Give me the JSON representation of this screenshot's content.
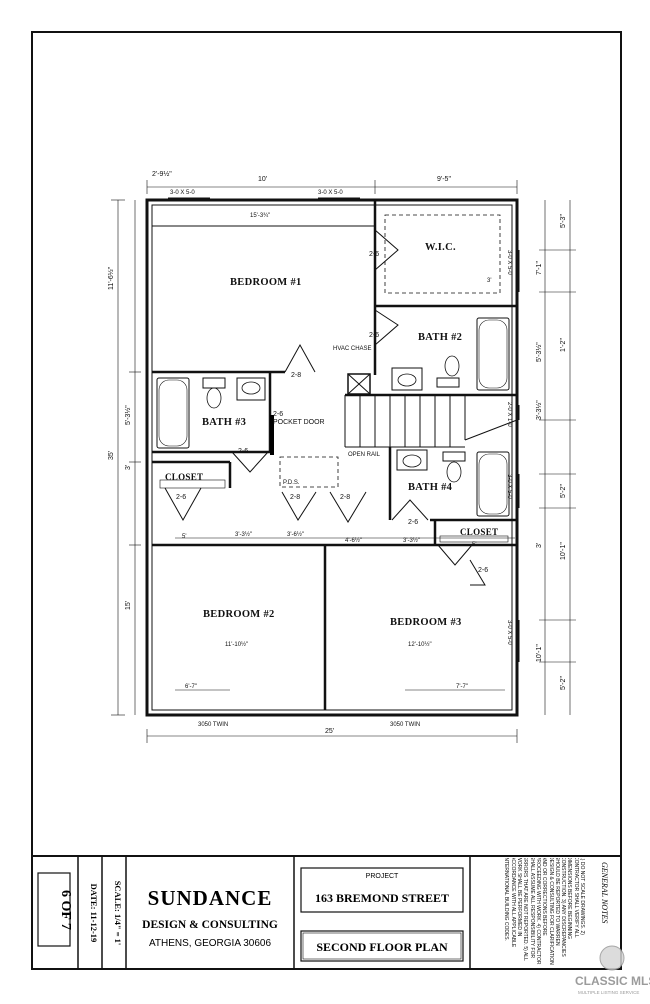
{
  "rooms": {
    "bedroom1": "BEDROOM #1",
    "wic": "W.I.C.",
    "bath2": "BATH #2",
    "bath3": "BATH #3",
    "closet_left": "CLOSET",
    "bedroom2": "BEDROOM #2",
    "bedroom3": "BEDROOM #3",
    "bath4": "BATH #4",
    "closet_right": "CLOSET"
  },
  "notes": {
    "hvac": "HVAC CHASE",
    "pocket_door": "POCKET DOOR",
    "open_rail": "OPEN RAIL",
    "pds": "P.D.S."
  },
  "doors": {
    "d_26": "2-6",
    "d_28": "2-8",
    "d_26pocket": "2-6"
  },
  "windows": {
    "top_left": "3-0 X 5-0",
    "top_mid": "3-0 X 5-0",
    "right_upper": "3-0 X 5-0",
    "right_mid": "2-0 X 1-0",
    "right_lower": "3-0 X 5-0",
    "right_bottom": "3-0 X 5-0",
    "bottom_left": "3050  TWIN",
    "bottom_right": "3050  TWIN"
  },
  "dimensions": {
    "top_left_small": "2'-9½\"",
    "top_10": "10'",
    "top_9_5": "9'-5\"",
    "top_15_3": "15'-3¾\"",
    "left_11_6": "11'-6½\"",
    "left_35": "35'",
    "left_5_3": "5'-3½\"",
    "left_3": "3'",
    "left_15": "15'",
    "right_5_3a": "5'-3\"",
    "right_7_1": "7'-1\"",
    "right_5_3b": "5'-3½\"",
    "right_3_3": "3'-3½\"",
    "right_5_2": "5'-2\"",
    "right_3": "3'",
    "right_10_1a": "10'-1\"",
    "right_10_1b": "10'-1\"",
    "right_5_2b": "5'-2\"",
    "mid_5": "5'",
    "mid_3_3": "3'-3½\"",
    "mid_3_6": "3'-6½\"",
    "mid_4_6": "4'-6½\"",
    "mid_3_3b": "3'-3½\"",
    "mid_5b": "5'",
    "b2_width": "11'-10½\"",
    "b3_width": "12'-10½\"",
    "b2_bottom": "6'-7\"",
    "b3_bottom": "7'-7\"",
    "bottom_25": "25'",
    "wic_3": "3'",
    "bath_5_3": "5'-3½\"",
    "bath_1_2": "1'-2\""
  },
  "title_block": {
    "sheet_no": "6 OF 7",
    "date": "DATE: 11-12-19",
    "scale": "SCALE: 1/4\" = 1'",
    "company": "SUNDANCE",
    "company_sub": "DESIGN & CONSULTING",
    "location": "ATHENS, GEORGIA 30606",
    "project_label": "PROJECT",
    "project_name": "163 BREMOND STREET",
    "plan_name": "SECOND FLOOR PLAN",
    "general_notes_title": "GENERAL NOTES",
    "general_notes": "1) DO NOT SCALE DRAWINGS. 2) CONTRACTOR SHALL VERIFY ALL DIMENSIONS BEFORE BEGINNING CONSTRUCTION. 3) ANY DISCREPANCIES SHOULD BE REPORTED TO WARREN DESIGN & CONSULTING FOR CLARIFICATION AND OR CORRECTIONS BEFORE PROCEEDING WITH WORK. 4) CONTRACTOR SHALL ASSUME ALL RESPONSIBILITY FOR ERRORS THAT ARE NOT REPORTED. 5) ALL WORK SHALL BE PERFORMED IN ACCORDANCE WITH ALL APPLICABLE INTERNATIONAL BUILDING CODES."
  },
  "watermark": {
    "brand": "CLASSIC MLS",
    "tagline": "MULTIPLE LISTING SERVICE"
  }
}
